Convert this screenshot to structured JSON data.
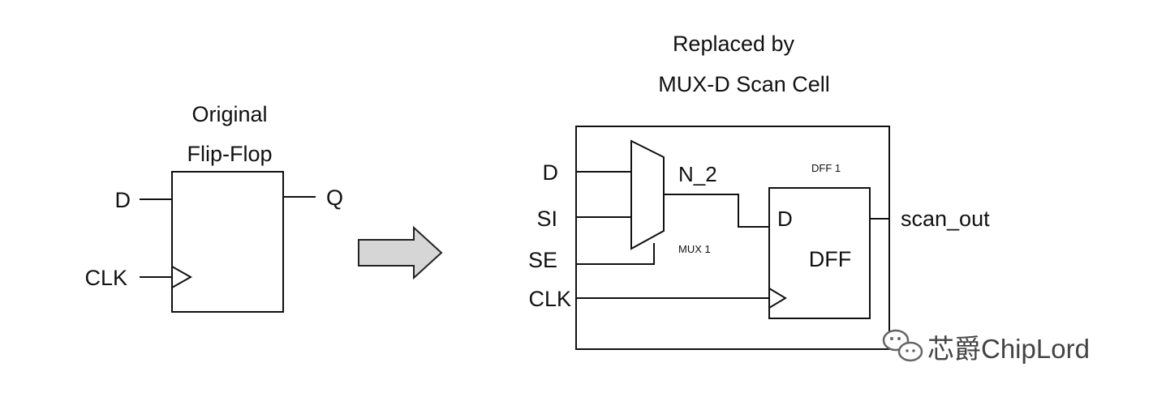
{
  "original": {
    "title_line1": "Original",
    "title_line2": "Flip-Flop",
    "input_d": "D",
    "input_clk": "CLK",
    "output_q": "Q"
  },
  "replaced": {
    "title_line1": "Replaced by",
    "title_line2": "MUX-D Scan Cell",
    "input_d": "D",
    "input_si": "SI",
    "input_se": "SE",
    "input_clk": "CLK",
    "net_n2": "N_2",
    "mux_label": "MUX 1",
    "dff_instance": "DFF 1",
    "dff_d_pin": "D",
    "dff_name": "DFF",
    "output": "scan_out"
  },
  "watermark": {
    "text": "芯爵ChipLord",
    "icon": "wechat-icon"
  }
}
